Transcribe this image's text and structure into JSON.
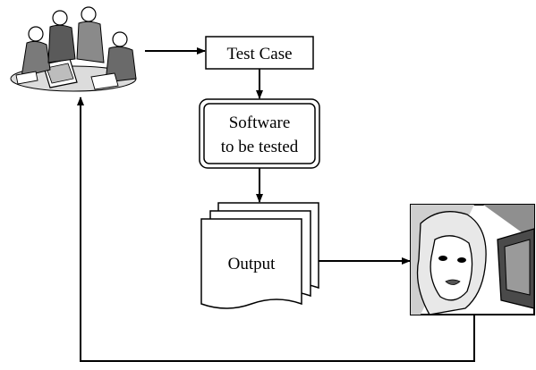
{
  "diagram": {
    "nodes": {
      "team": {
        "kind": "clipart",
        "depicts": "team-of-people-at-laptop"
      },
      "test_case": {
        "label": "Test Case"
      },
      "software": {
        "line1": "Software",
        "line2": "to be tested"
      },
      "output": {
        "label": "Output"
      },
      "reviewer": {
        "kind": "clipart",
        "depicts": "woman-looking-at-monitor"
      }
    },
    "edges": [
      {
        "from": "team",
        "to": "test_case"
      },
      {
        "from": "test_case",
        "to": "software"
      },
      {
        "from": "software",
        "to": "output"
      },
      {
        "from": "output",
        "to": "reviewer"
      },
      {
        "from": "reviewer",
        "to": "team"
      }
    ]
  },
  "colors": {
    "stroke": "#000000",
    "fill": "#ffffff",
    "clipart_gray": "#9a9a9a",
    "clipart_dark": "#3a3a3a"
  }
}
